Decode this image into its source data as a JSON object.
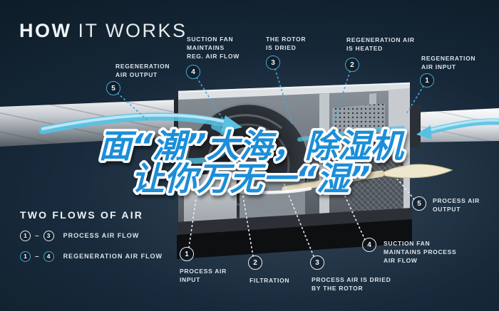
{
  "title": {
    "primary": "HOW",
    "secondary": "IT WORKS"
  },
  "overlay_title": {
    "line1": "面“潮”大海，除湿机",
    "line2": "让你万无一“湿”"
  },
  "colors": {
    "background": "#16293a",
    "regeneration_accent": "#4aa8cf",
    "process_accent": "#e9eef2",
    "overlay_blue": "#1d8ed8",
    "overlay_outline": "#ffffff",
    "flow_blue": "#58c1e3",
    "flow_cream": "#eadfc0",
    "heater_orange": "#e09a4e"
  },
  "callouts": {
    "regeneration_air_output": {
      "num": "5",
      "label": "REGENERATION\nAIR OUTPUT"
    },
    "suction_fan_reg": {
      "num": "4",
      "label": "SUCTION FAN\nMAINTAINS\nREG. AIR FLOW"
    },
    "rotor_dried": {
      "num": "3",
      "label": "THE ROTOR\nIS DRIED"
    },
    "reg_heated": {
      "num": "2",
      "label": "REGENERATION AIR\nIS HEATED"
    },
    "reg_input": {
      "num": "1",
      "label": "REGENERATION\nAIR INPUT"
    },
    "process_output": {
      "num": "5",
      "label": "PROCESS AIR\nOUTPUT"
    },
    "suction_fan_process": {
      "num": "4",
      "label": "SUCTION FAN\nMAINTAINS PROCESS\nAIR FLOW"
    },
    "process_dried": {
      "num": "3",
      "label": "PROCESS AIR IS DRIED\nBY THE ROTOR"
    },
    "filtration": {
      "num": "2",
      "label": "FILTRATION"
    },
    "process_input": {
      "num": "1",
      "label": "PROCESS AIR\nINPUT"
    }
  },
  "legend": {
    "heading": "TWO FLOWS OF AIR",
    "process": {
      "from": "1",
      "to": "3",
      "dash": "–",
      "label": "PROCESS AIR FLOW"
    },
    "regeneration": {
      "from": "1",
      "to": "4",
      "dash": "–",
      "label": "REGENERATION AIR FLOW"
    }
  }
}
